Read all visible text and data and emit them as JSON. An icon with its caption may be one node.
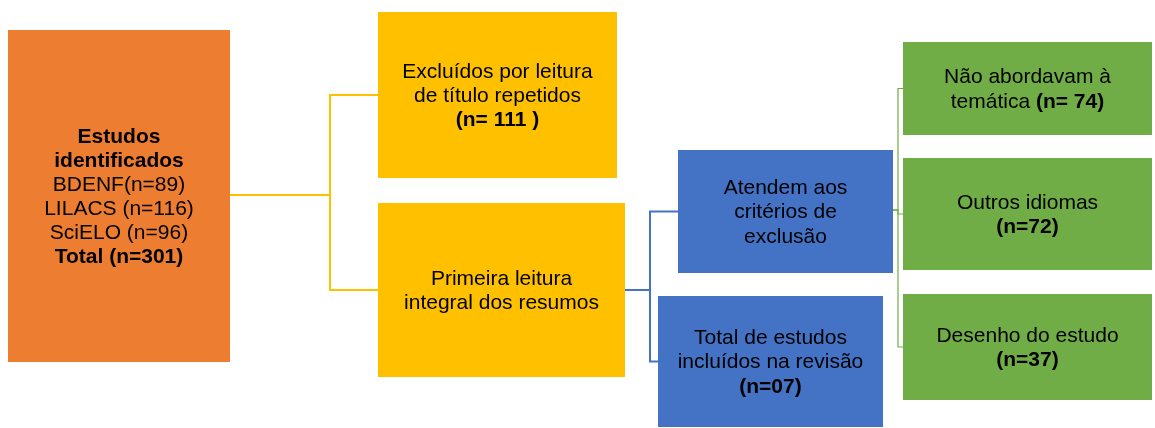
{
  "diagram": {
    "nodes": [
      {
        "text": [
          "**Estudos identificados**",
          "BDENF(n=89)",
          "LILACS (n=116)",
          "SciELO (n=96)",
          "**Total (n=301)**"
        ]
      },
      {
        "text": [
          "Excluídos por leitura de título repetidos",
          "**(n= 111 )**"
        ]
      },
      {
        "text": [
          "Primeira leitura integral dos resumos"
        ]
      },
      {
        "text": [
          "Atendem aos critérios de exclusão"
        ]
      },
      {
        "text": [
          "Total de estudos incluídos na revisão",
          "**(n=07)**"
        ]
      },
      {
        "text": [
          "Não abordavam à temática **(n= 74)**"
        ]
      },
      {
        "text": [
          "Outros idiomas",
          "**(n=72)**"
        ]
      },
      {
        "text": [
          "Desenho do estudo",
          "**(n=37)**"
        ]
      }
    ],
    "edges": [
      {
        "from": 0,
        "to": 1,
        "arrow": "none",
        "color": "#ffc000"
      },
      {
        "from": 0,
        "to": 2,
        "arrow": "none",
        "color": "#ffc000"
      },
      {
        "from": 2,
        "to": 3,
        "arrow": "none",
        "color": "#4472c4"
      },
      {
        "from": 2,
        "to": 4,
        "arrow": "none",
        "color": "#4472c4"
      },
      {
        "from": 3,
        "to": 5,
        "arrow": "none",
        "color": "#70ad47"
      },
      {
        "from": 3,
        "to": 6,
        "arrow": "none",
        "color": "#70ad47"
      },
      {
        "from": 3,
        "to": 7,
        "arrow": "none",
        "color": "#70ad47"
      }
    ]
  }
}
